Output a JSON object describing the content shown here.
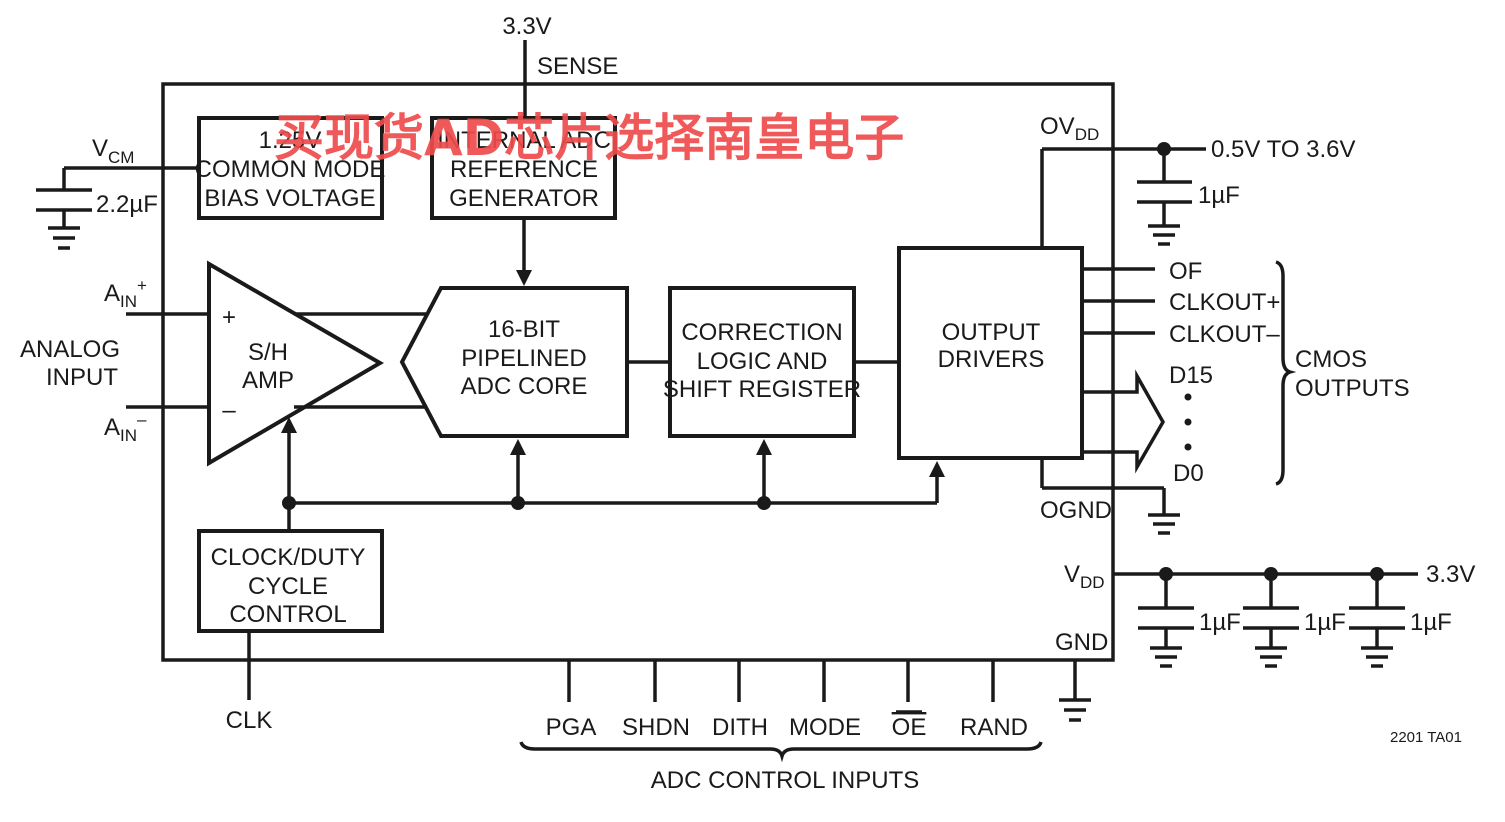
{
  "watermark": "买现货AD芯片选择南皇电子",
  "figure_id": "2201 TA01",
  "top_supply": {
    "voltage": "3.3V",
    "sense": "SENSE"
  },
  "vcm": {
    "main": "V",
    "sub": "CM",
    "cap": "2.2µF"
  },
  "analog_input": {
    "line1": "ANALOG",
    "line2": "INPUT",
    "ain_main": "A",
    "ain_sub": "IN",
    "plus": "+",
    "minus": "–"
  },
  "blocks": {
    "bias": [
      "1.25V",
      "COMMON MODE",
      "BIAS VOLTAGE"
    ],
    "reference": [
      "INTERNAL ADC",
      "REFERENCE",
      "GENERATOR"
    ],
    "sh_amp": [
      "S/H",
      "AMP"
    ],
    "sh_plus": "+",
    "sh_minus": "–",
    "adc_core": [
      "16-BIT",
      "PIPELINED",
      "ADC CORE"
    ],
    "correction": [
      "CORRECTION",
      "LOGIC AND",
      "SHIFT REGISTER"
    ],
    "output_drivers": [
      "OUTPUT",
      "DRIVERS"
    ],
    "clock": [
      "CLOCK/DUTY",
      "CYCLE",
      "CONTROL"
    ]
  },
  "ovdd": {
    "main": "OV",
    "sub": "DD",
    "supply": "0.5V TO 3.6V",
    "cap": "1µF"
  },
  "outputs": {
    "of": "OF",
    "clkout_p": "CLKOUT+",
    "clkout_m": "CLKOUT–",
    "d15": "D15",
    "d0": "D0",
    "group_line1": "CMOS",
    "group_line2": "OUTPUTS"
  },
  "ognd": "OGND",
  "vdd": {
    "main": "V",
    "sub": "DD",
    "supply": "3.3V",
    "caps": [
      "1µF",
      "1µF",
      "1µF"
    ]
  },
  "gnd": "GND",
  "clk": "CLK",
  "control_pins": [
    "PGA",
    "SHDN",
    "DITH",
    "MODE",
    "OE",
    "RAND"
  ],
  "control_group": "ADC CONTROL INPUTS"
}
